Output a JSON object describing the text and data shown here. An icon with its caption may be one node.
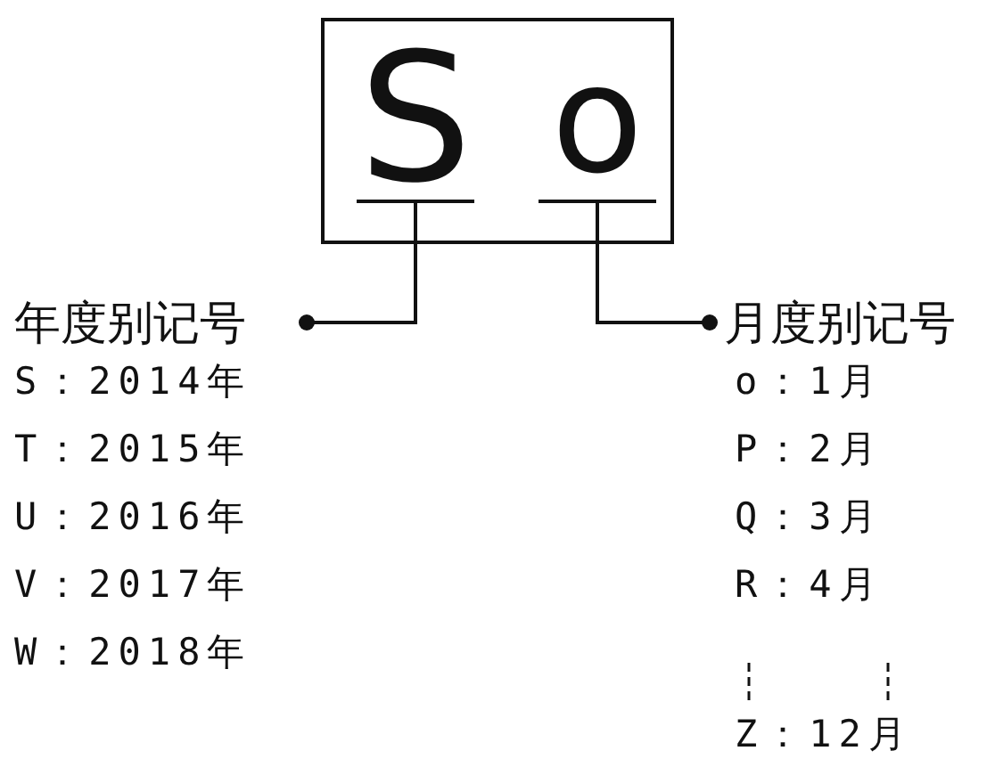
{
  "diagram": {
    "nodes": [
      {
        "text": [],
        "shape": "box"
      },
      {
        "text": [
          "S"
        ],
        "in": 0
      },
      {
        "text": [
          "o"
        ],
        "in": 0
      },
      {
        "text": [
          "年度别记号"
        ]
      },
      {
        "text": [
          "月度别记号"
        ]
      }
    ],
    "edges": [
      {
        "from": 3,
        "to": 1,
        "arrow": "other"
      },
      {
        "from": 4,
        "to": 2,
        "arrow": "other"
      }
    ],
    "labels": [
      "S：2014年",
      "T：2015年",
      "U：2016年",
      "V：2017年",
      "W：2018年",
      "o：1月",
      "P：2月",
      "Q：3月",
      "R：4月",
      "Z：12月"
    ]
  }
}
